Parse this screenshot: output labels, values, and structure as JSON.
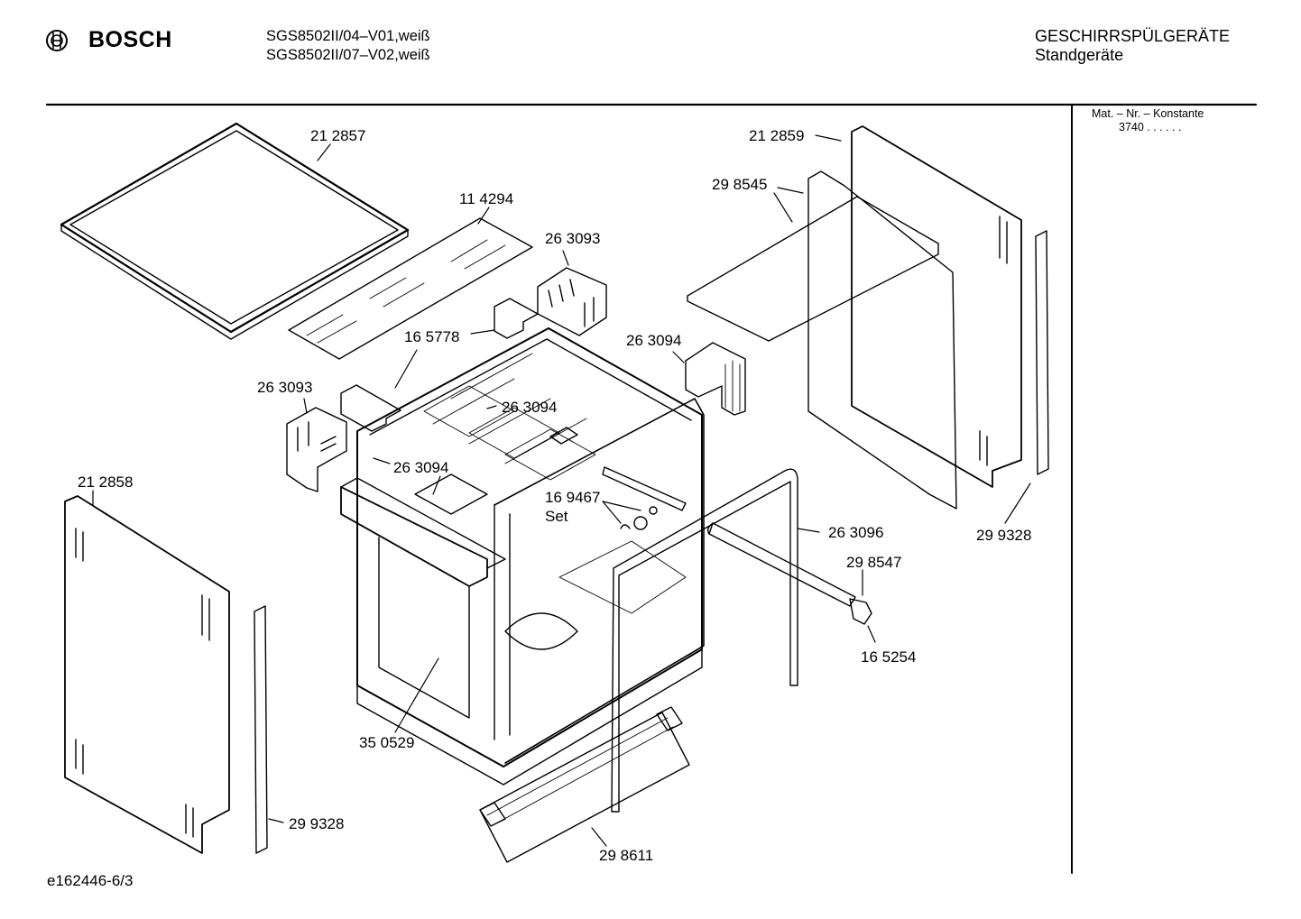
{
  "header": {
    "brand": "BOSCH",
    "models": [
      "SGS8502II/04–V01,weiß",
      "SGS8502II/07–V02,weiß"
    ],
    "category_title": "GESCHIRRSPÜLGERÄTE",
    "category_subtitle": "Standgeräte"
  },
  "sidebar": {
    "label": "Mat. – Nr. – Konstante",
    "value": "3740  .  .  .  .  .  ."
  },
  "footer": {
    "code": "e162446-6/3"
  },
  "icons": {
    "logo": "bosch-armature-icon"
  },
  "parts": [
    {
      "id": "p1",
      "label": "21 2857"
    },
    {
      "id": "p2",
      "label": "11 4294"
    },
    {
      "id": "p3",
      "label": "26 3093"
    },
    {
      "id": "p4",
      "label": "16 5778"
    },
    {
      "id": "p5",
      "label": "26 3094"
    },
    {
      "id": "p6",
      "label": "26 3093"
    },
    {
      "id": "p7",
      "label": "26 3094"
    },
    {
      "id": "p8",
      "label": "26 3094"
    },
    {
      "id": "p9",
      "label": "21 2858"
    },
    {
      "id": "p10",
      "label": "16 9467"
    },
    {
      "id": "p11",
      "label": "Set"
    },
    {
      "id": "p12",
      "label": "21 2859"
    },
    {
      "id": "p13",
      "label": "29 8545"
    },
    {
      "id": "p14",
      "label": "26 3096"
    },
    {
      "id": "p15",
      "label": "29 8547"
    },
    {
      "id": "p16",
      "label": "16 5254"
    },
    {
      "id": "p17",
      "label": "29 9328"
    },
    {
      "id": "p18",
      "label": "35 0529"
    },
    {
      "id": "p19",
      "label": "29 9328"
    },
    {
      "id": "p20",
      "label": "29 8611"
    }
  ]
}
